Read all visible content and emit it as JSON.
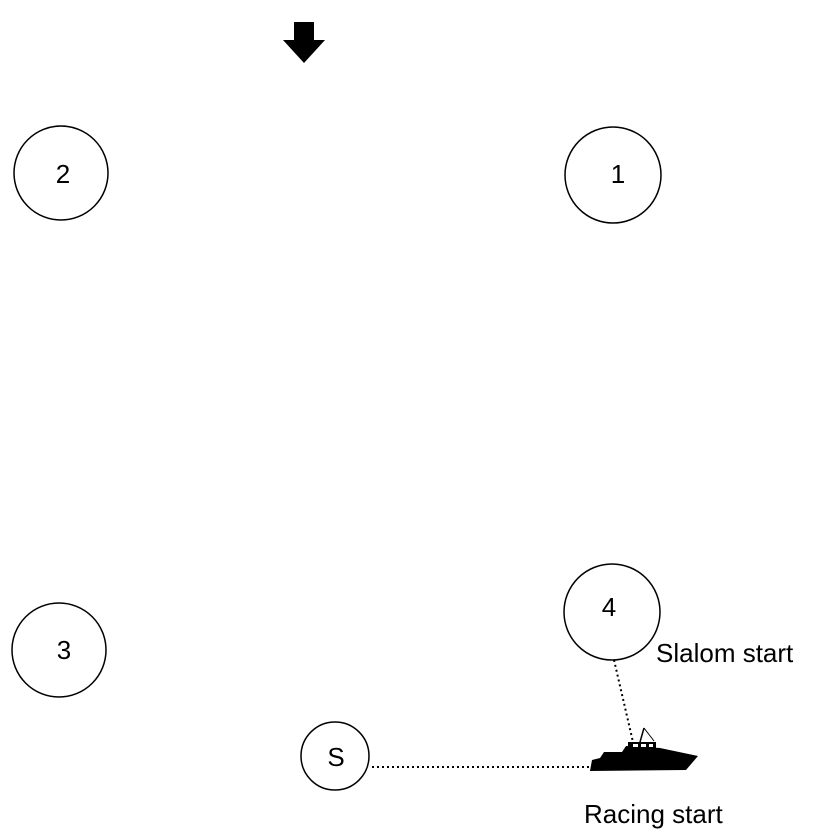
{
  "marks": {
    "mark_1": "1",
    "mark_2": "2",
    "mark_3": "3",
    "mark_4": "4",
    "start_mark": "S"
  },
  "labels": {
    "slalom_start": "Slalom start",
    "racing_start": "Racing start"
  },
  "icons": {
    "wind_direction": "arrow-down-icon",
    "committee_boat": "motor-boat-icon"
  },
  "colors": {
    "ink": "#000000",
    "background": "#ffffff"
  }
}
